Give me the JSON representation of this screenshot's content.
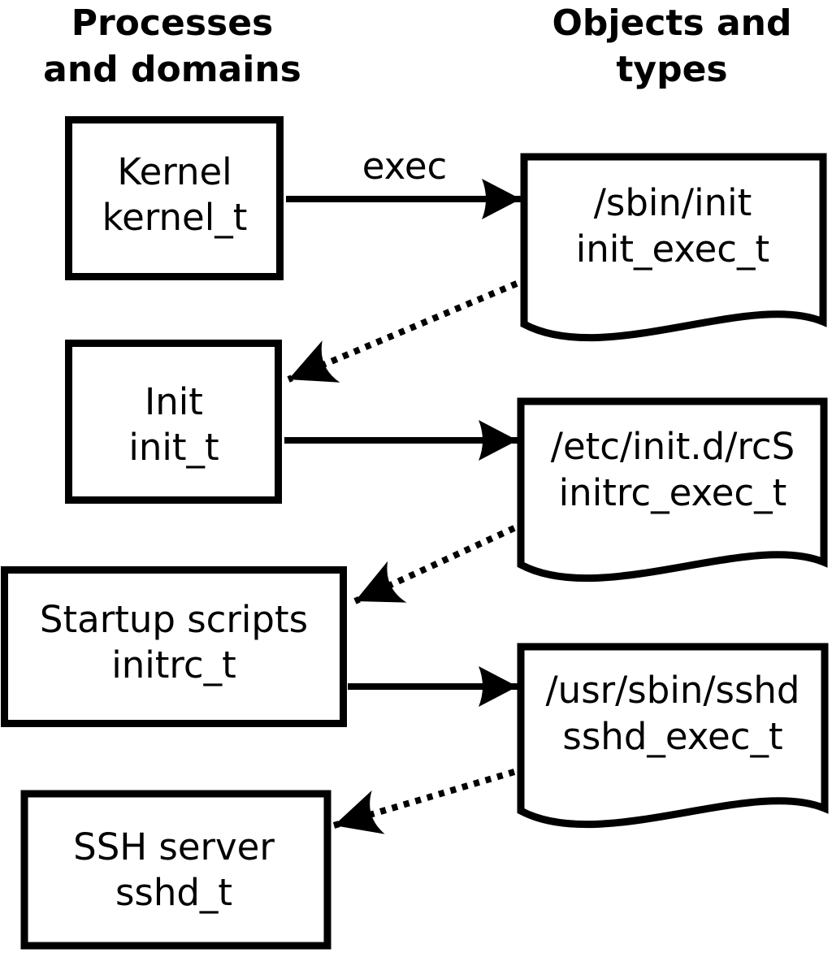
{
  "columns": {
    "left": {
      "line1": "Processes",
      "line2": "and domains"
    },
    "right": {
      "line1": "Objects and",
      "line2": "types"
    }
  },
  "processes": [
    {
      "label": "Kernel",
      "domain": "kernel_t"
    },
    {
      "label": "Init",
      "domain": "init_t"
    },
    {
      "label": "Startup scripts",
      "domain": "initrc_t"
    },
    {
      "label": "SSH server",
      "domain": "sshd_t"
    }
  ],
  "objects": [
    {
      "path": "/sbin/init",
      "type": "init_exec_t"
    },
    {
      "path": "/etc/init.d/rcS",
      "type": "initrc_exec_t"
    },
    {
      "path": "/usr/sbin/sshd",
      "type": "sshd_exec_t"
    }
  ],
  "edges": {
    "exec_label": "exec"
  },
  "colors": {
    "ink": "#000000",
    "paper": "#ffffff"
  }
}
